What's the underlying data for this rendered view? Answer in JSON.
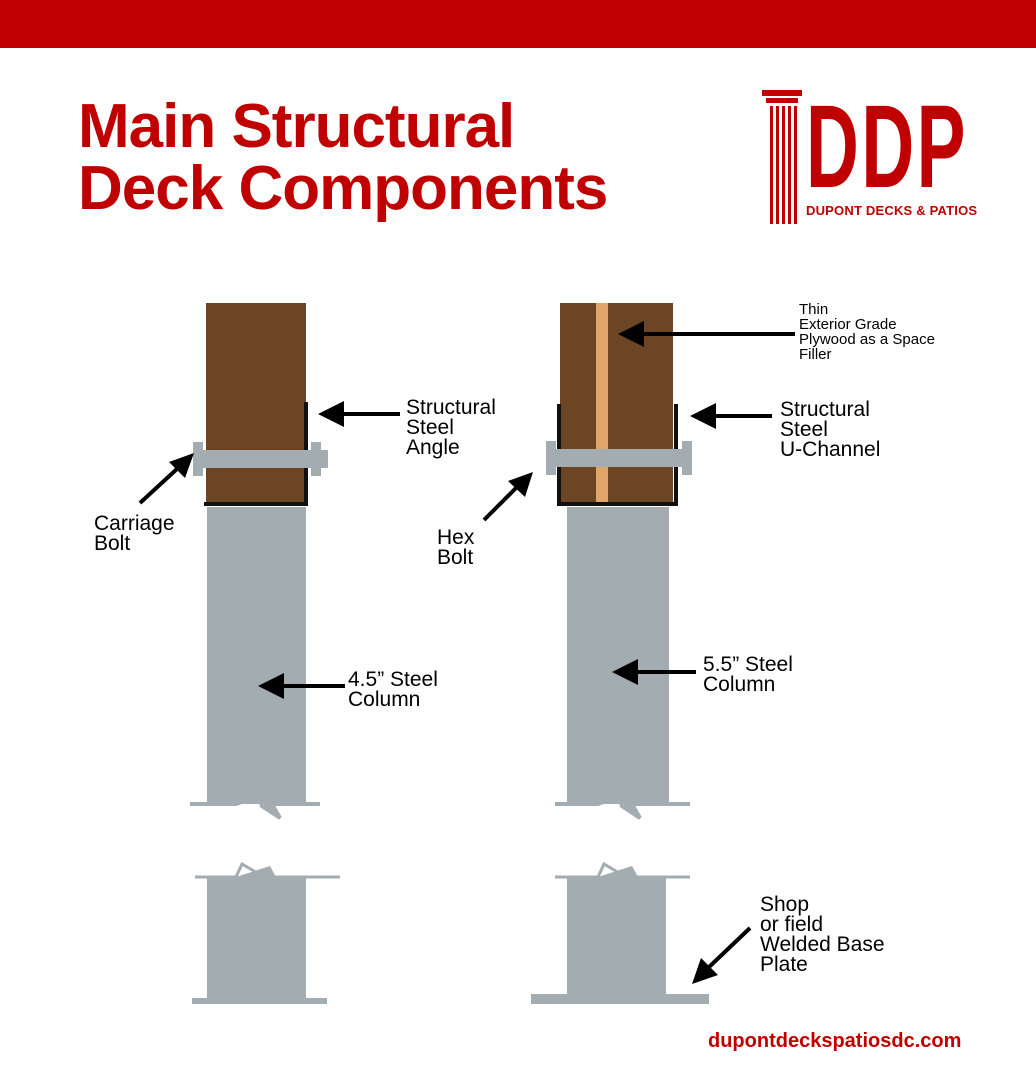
{
  "title": {
    "line1": "Main Structural",
    "line2": "Deck Components"
  },
  "logo": {
    "letters": "DDP",
    "subtitle": "DUPONT DECKS & PATIOS"
  },
  "labels": {
    "steel_angle": [
      "Structural",
      "Steel",
      "Angle"
    ],
    "carriage_bolt": [
      "Carriage",
      "Bolt"
    ],
    "column_left": [
      "4.5” Steel",
      "Column"
    ],
    "plywood": [
      "Thin",
      "Exterior Grade",
      "Plywood as a Space",
      "Filler"
    ],
    "u_channel": [
      "Structural",
      "Steel",
      "U-Channel"
    ],
    "hex_bolt": [
      "Hex",
      "Bolt"
    ],
    "column_right": [
      "5.5” Steel",
      "Column"
    ],
    "base_plate": [
      "Shop",
      "or field",
      "Welded Base",
      "Plate"
    ]
  },
  "website": "dupontdeckspatiosdc.com",
  "colors": {
    "brand_red": "#c00000",
    "wood": "#6b4524",
    "steel": "#a3acb0",
    "plywood": "#e0a56b",
    "text": "#000000"
  }
}
